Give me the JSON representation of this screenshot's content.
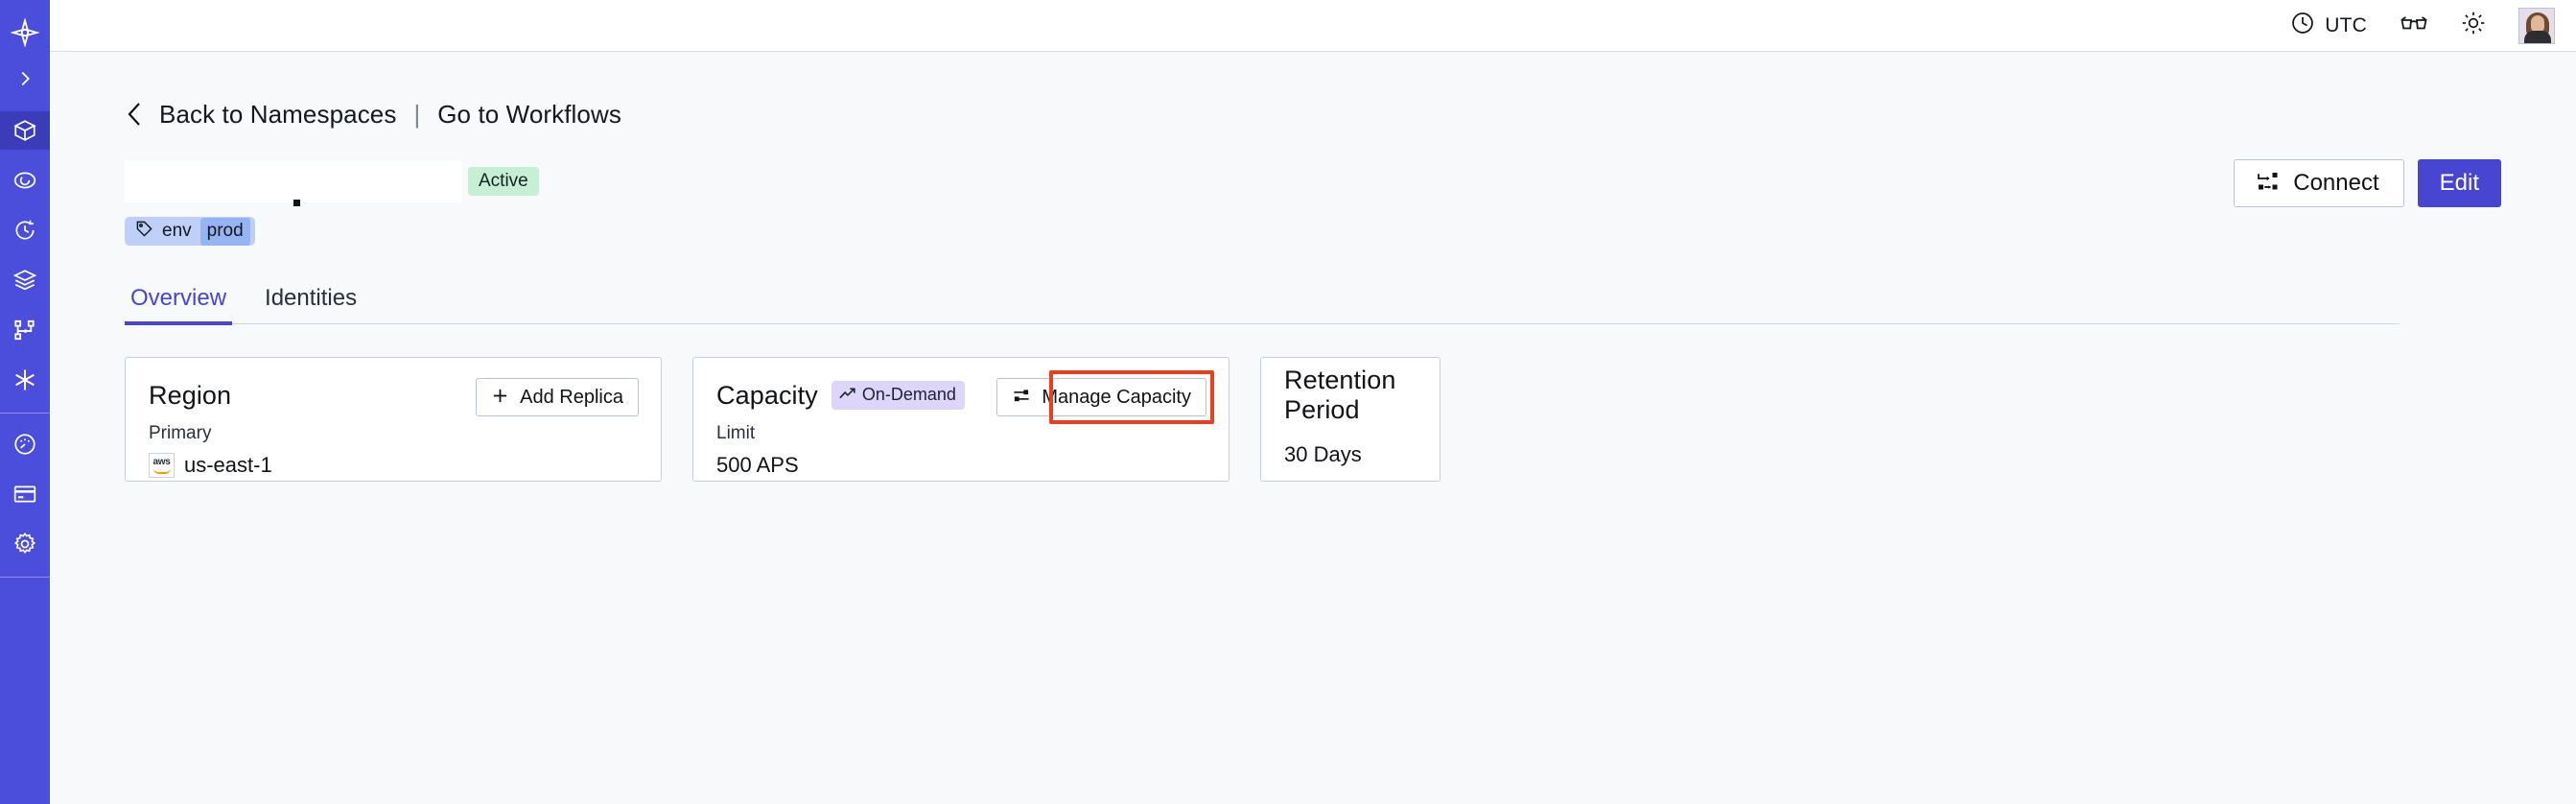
{
  "sidebar": {
    "items": [
      {
        "name": "logo",
        "icon": "temporal-logo-icon",
        "active": false
      },
      {
        "name": "expand",
        "icon": "chevron-right-icon",
        "active": false
      },
      {
        "name": "namespaces",
        "icon": "cube-icon",
        "active": true
      },
      {
        "name": "observability",
        "icon": "eye-icon",
        "active": false
      },
      {
        "name": "schedules",
        "icon": "clock-rotate-icon",
        "active": false
      },
      {
        "name": "layers",
        "icon": "layers-icon",
        "active": false
      },
      {
        "name": "workflows",
        "icon": "git-branch-icon",
        "active": false
      },
      {
        "name": "integrations",
        "icon": "asterisk-icon",
        "active": false
      },
      {
        "name": "usage",
        "icon": "gauge-icon",
        "active": false
      },
      {
        "name": "billing",
        "icon": "credit-card-icon",
        "active": false
      },
      {
        "name": "settings",
        "icon": "gear-icon",
        "active": false
      }
    ]
  },
  "topbar": {
    "timezone_label": "UTC",
    "timezone_icon": "clock-icon",
    "glasses_icon": "glasses-icon",
    "theme_icon": "sun-icon",
    "avatar_icon": "user-avatar"
  },
  "breadcrumb": {
    "back_icon": "chevron-left-icon",
    "back_label": "Back to Namespaces",
    "separator": "|",
    "forward_label": "Go to Workflows"
  },
  "header": {
    "title": "",
    "status_badge": "Active",
    "connect_label": "Connect",
    "connect_icon": "connect-icon",
    "edit_label": "Edit"
  },
  "tag": {
    "icon": "tag-icon",
    "key": "env",
    "value": "prod"
  },
  "tabs": [
    {
      "label": "Overview",
      "active": true
    },
    {
      "label": "Identities",
      "active": false
    }
  ],
  "cards": {
    "region": {
      "title": "Region",
      "action_label": "Add Replica",
      "action_icon": "plus-icon",
      "sub_label": "Primary",
      "provider_icon": "aws-logo",
      "provider_text": "aws",
      "value": "us-east-1"
    },
    "capacity": {
      "title": "Capacity",
      "badge_label": "On-Demand",
      "badge_icon": "trending-up-icon",
      "action_label": "Manage Capacity",
      "action_icon": "sliders-icon",
      "sub_label": "Limit",
      "value": "500 APS",
      "highlighted": true
    },
    "retention": {
      "title": "Retention Period",
      "value": "30 Days"
    }
  },
  "colors": {
    "brand_indigo": "#4b4ddb",
    "accent_button": "#4845d2",
    "sidebar_active": "#3a3cba",
    "page_bg": "#f7f9fb",
    "card_border": "#c3cfe0",
    "badge_active_bg": "#c6efd3",
    "badge_ondemand_bg": "#ddd6fa",
    "tag_bg": "#bed0f7",
    "tag_value_bg": "#97b4f2",
    "highlight_red": "#e8401f"
  }
}
